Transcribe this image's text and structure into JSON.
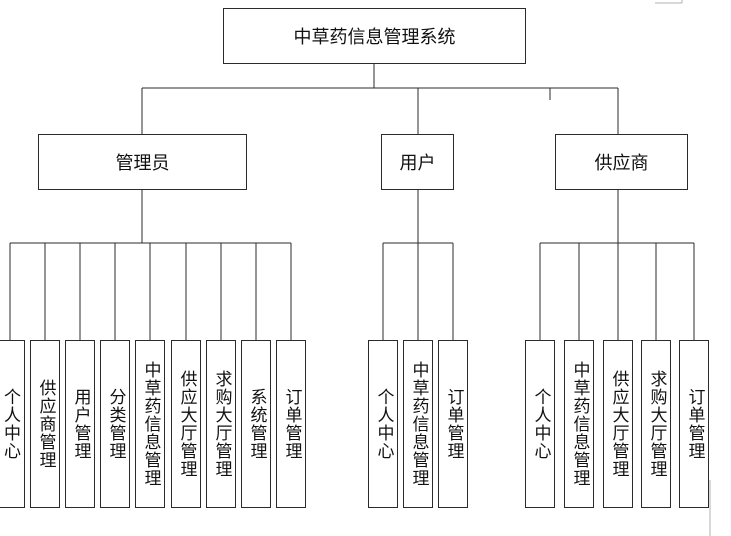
{
  "root": {
    "label": "中草药信息管理系统"
  },
  "roles": [
    {
      "label": "管理员",
      "modules": [
        "个人中心",
        "供应商管理",
        "用户管理",
        "分类管理",
        "中草药信息管理",
        "供应大厅管理",
        "求购大厅管理",
        "系统管理",
        "订单管理"
      ]
    },
    {
      "label": "用户",
      "modules": [
        "个人中心",
        "中草药信息管理",
        "订单管理"
      ]
    },
    {
      "label": "供应商",
      "modules": [
        "个人中心",
        "中草药信息管理",
        "供应大厅管理",
        "求购大厅管理",
        "订单管理"
      ]
    }
  ],
  "colors": {
    "line": "#2b2b2b",
    "box_border": "#2b2b2b",
    "background": "#ffffff"
  }
}
